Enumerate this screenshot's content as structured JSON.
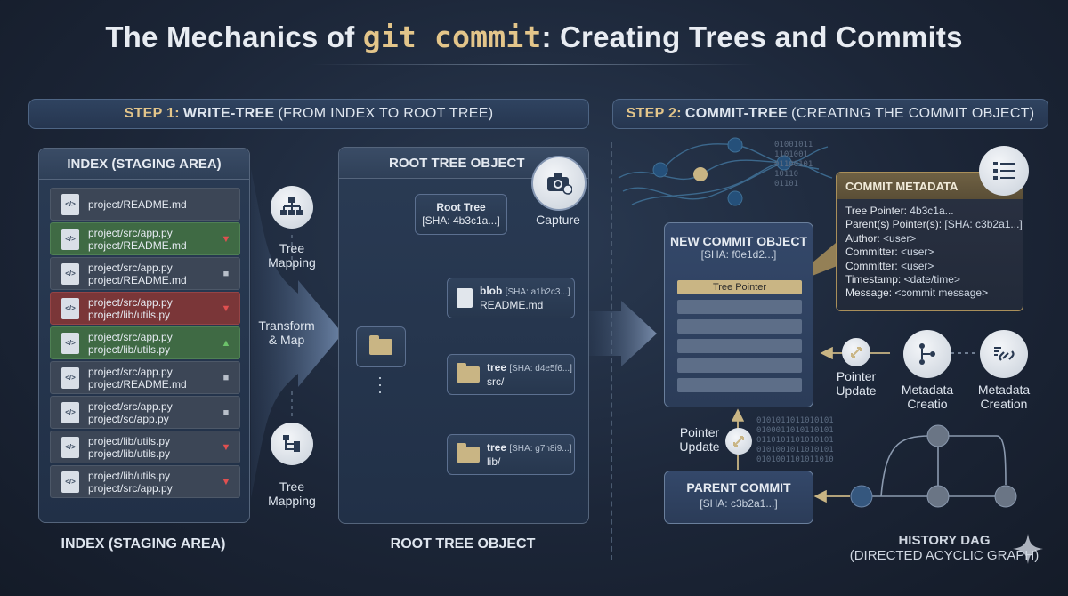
{
  "title": {
    "prefix": "The Mechanics of ",
    "code": "git commit",
    "suffix": ": Creating Trees and Commits"
  },
  "step1": {
    "step": "STEP 1:",
    "name": "WRITE-TREE",
    "desc": "(FROM INDEX TO ROOT TREE)"
  },
  "step2": {
    "step": "STEP 2:",
    "name": "COMMIT-TREE",
    "desc": "(CREATING THE COMMIT OBJECT)"
  },
  "index": {
    "header": "INDEX (STAGING AREA)",
    "footer": "INDEX (STAGING AREA)",
    "rows": [
      {
        "line1": "project/README.md",
        "line2": "",
        "status": "gray",
        "mark": ""
      },
      {
        "line1": "project/src/app.py",
        "line2": "project/README.md",
        "status": "green",
        "mark": "▼"
      },
      {
        "line1": "project/src/app.py",
        "line2": "project/README.md",
        "status": "gray",
        "mark": "■"
      },
      {
        "line1": "project/src/app.py",
        "line2": "project/lib/utils.py",
        "status": "red",
        "mark": "▼"
      },
      {
        "line1": "project/src/app.py",
        "line2": "project/lib/utils.py",
        "status": "green",
        "mark": "▲"
      },
      {
        "line1": "project/src/app.py",
        "line2": "project/README.md",
        "status": "gray",
        "mark": "■"
      },
      {
        "line1": "project/src/app.py",
        "line2": "project/sc/app.py",
        "status": "gray",
        "mark": "■"
      },
      {
        "line1": "project/lib/utils.py",
        "line2": "project/lib/utils.py",
        "status": "gray",
        "mark": "▼"
      },
      {
        "line1": "project/lib/utils.py",
        "line2": "project/src/app.py",
        "status": "gray",
        "mark": "▼"
      }
    ]
  },
  "mapping": {
    "top_label_1": "Tree",
    "top_label_2": "Mapping",
    "arrow_label_1": "Transform",
    "arrow_label_2": "& Map",
    "bottom_label_1": "Tree",
    "bottom_label_2": "Mapping"
  },
  "root_tree": {
    "header": "ROOT TREE OBJECT",
    "footer": "ROOT TREE OBJECT",
    "capture_label": "Capture",
    "root_label": "Root Tree",
    "root_sha": "[SHA: 4b3c1a...]",
    "entries": [
      {
        "kind": "blob",
        "sha": "[SHA: a1b2c3...]",
        "name": "README.md"
      },
      {
        "kind": "tree",
        "sha": "[SHA: d4e5f6...]",
        "name": "src/"
      },
      {
        "kind": "tree",
        "sha": "[SHA: g7h8i9...]",
        "name": "lib/"
      }
    ]
  },
  "new_commit": {
    "header": "NEW COMMIT OBJECT",
    "sha": "[SHA: f0e1d2...]",
    "tree_pointer": "Tree Pointer"
  },
  "metadata": {
    "header": "COMMIT METADATA",
    "lines": [
      {
        "k": "Tree Pointer:",
        "v": "4b3c1a..."
      },
      {
        "k": "Parent(s) Pointer(s):",
        "v": "[SHA: c3b2a1...]"
      },
      {
        "k": "Author:",
        "v": "<user>"
      },
      {
        "k": "Committer:",
        "v": "<user>"
      },
      {
        "k": "Committer:",
        "v": "<user>"
      },
      {
        "k": "Timestamp:",
        "v": "<date/time>"
      },
      {
        "k": "Message:",
        "v": "<commit message>"
      }
    ]
  },
  "icons_right": {
    "pointer_update_1": "Pointer",
    "pointer_update_2": "Update",
    "meta_creatio_1": "Metadata",
    "meta_creatio_2": "Creatio",
    "meta_creation_1": "Metadata",
    "meta_creation_2": "Creation",
    "pointer_update_b1": "Pointer",
    "pointer_update_b2": "Update"
  },
  "parent_commit": {
    "header": "PARENT COMMIT",
    "sha": "[SHA: c3b2a1...]"
  },
  "history": {
    "line1": "HISTORY DAG",
    "line2": "(DIRECTED ACYCLIC GRAPH)"
  },
  "binary_text": "01001011\n1101001\n01100101\n10110\n01101",
  "binary_text_2": "0101011011010101\n0100011010110101\n0110101101010101\n0101001011010101\n0101001101011010",
  "colors": {
    "accent": "#e3c58a",
    "bg": "#1c2638",
    "green": "#3f6a44",
    "red": "#7a3638"
  }
}
